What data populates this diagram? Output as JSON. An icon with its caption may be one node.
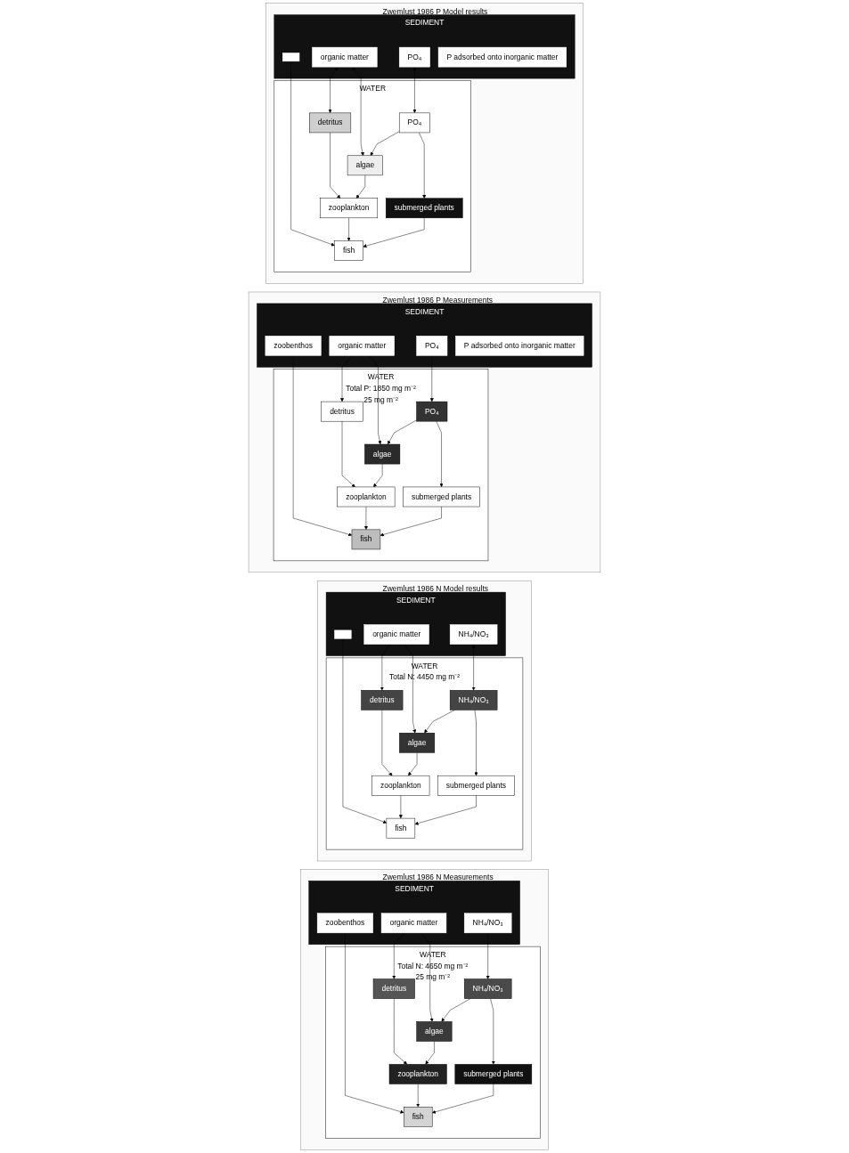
{
  "diagram": {
    "nodes": [
      {
        "text": [
          "Zwemlust 1986 N Measurements"
        ]
      },
      {
        "text": [
          "WATER",
          "Total N: 4650 mg m⁻²",
          "25 mg m⁻²"
        ],
        "in": 0
      },
      {
        "text": [
          "fish"
        ],
        "in": 1
      },
      {
        "text": [
          "zooplankton"
        ],
        "in": 1
      },
      {
        "text": [
          "detritus"
        ],
        "in": 1
      },
      {
        "text": [
          "algae"
        ],
        "in": 1
      },
      {
        "text": [
          "NH₄/NO₃"
        ],
        "in": 1
      },
      {
        "text": [
          "submerged plants"
        ],
        "in": 1
      },
      {
        "text": [
          "SEDIMENT"
        ],
        "in": 0
      },
      {
        "text": [
          "zoobenthos"
        ],
        "in": 8
      },
      {
        "text": [
          "organic matter"
        ],
        "in": 8
      },
      {
        "text": [
          "NH₄/NO₃"
        ],
        "in": 8
      },
      {
        "text": [
          "Zwemlust 1986 N Model results"
        ]
      },
      {
        "text": [
          "WATER",
          "Total N: 4450 mg m⁻²"
        ],
        "in": 12
      },
      {
        "text": [
          "fish"
        ],
        "in": 13
      },
      {
        "text": [
          "zooplankton"
        ],
        "in": 13
      },
      {
        "text": [
          "detritus"
        ],
        "in": 13
      },
      {
        "text": [
          "algae"
        ],
        "in": 13
      },
      {
        "text": [
          "NH₄/NO₃"
        ],
        "in": 13
      },
      {
        "text": [
          "submerged plants"
        ],
        "in": 13
      },
      {
        "text": [
          "SEDIMENT"
        ],
        "in": 12
      },
      {
        "text": [],
        "shape": "box",
        "in": 20
      },
      {
        "text": [
          "NH₄/NO₃"
        ],
        "in": 20
      },
      {
        "text": [
          "organic matter"
        ],
        "in": 20
      },
      {
        "text": [
          "Zwemlust 1986 P Measurements"
        ]
      },
      {
        "text": [
          "WATER",
          "Total P: 1850 mg m⁻²",
          "25 mg m⁻²"
        ],
        "in": 24
      },
      {
        "text": [
          "fish"
        ],
        "in": 25
      },
      {
        "text": [
          "zooplankton"
        ],
        "in": 25
      },
      {
        "text": [
          "detritus"
        ],
        "in": 25
      },
      {
        "text": [
          "algae"
        ],
        "in": 25
      },
      {
        "text": [
          "PO₄"
        ],
        "in": 25
      },
      {
        "text": [
          "submerged plants"
        ],
        "in": 25
      },
      {
        "text": [
          "SEDIMENT"
        ],
        "in": 24
      },
      {
        "text": [
          "zoobenthos"
        ],
        "in": 32
      },
      {
        "text": [
          "organic matter"
        ],
        "in": 32
      },
      {
        "text": [
          "PO₄"
        ],
        "in": 32
      },
      {
        "text": [
          "P adsorbed onto inorganic matter"
        ],
        "in": 32
      },
      {
        "text": [
          "Zwemlust 1986 P Model results"
        ]
      },
      {
        "text": [
          "WATER"
        ],
        "in": 37
      },
      {
        "text": [
          "fish"
        ],
        "in": 38
      },
      {
        "text": [
          "zooplankton"
        ],
        "in": 38
      },
      {
        "text": [
          "detritus"
        ],
        "in": 38
      },
      {
        "text": [
          "algae"
        ],
        "in": 38
      },
      {
        "text": [
          "PO₄"
        ],
        "in": 38
      },
      {
        "text": [
          "submerged plants"
        ],
        "in": 38
      },
      {
        "text": [
          "SEDIMENT"
        ],
        "in": 37
      },
      {
        "text": [],
        "shape": "box",
        "in": 45
      },
      {
        "text": [
          "organic matter"
        ],
        "in": 45
      },
      {
        "text": [
          "PO₄"
        ],
        "in": 45
      },
      {
        "text": [
          "P adsorbed onto inorganic matter"
        ],
        "in": 45
      }
    ],
    "edges": [
      {
        "from": 9,
        "to": 2,
        "arrow": "to"
      },
      {
        "from": 7,
        "to": 2,
        "arrow": "to"
      },
      {
        "from": 5,
        "to": 3,
        "arrow": "to"
      },
      {
        "from": 3,
        "to": 2,
        "arrow": "to"
      },
      {
        "from": 4,
        "to": 3,
        "arrow": "to"
      },
      {
        "from": 10,
        "to": 4,
        "arrow": "to"
      },
      {
        "from": 10,
        "to": 5,
        "arrow": "to"
      },
      {
        "from": 11,
        "to": 6,
        "arrow": "to"
      },
      {
        "from": 6,
        "to": 5,
        "arrow": "to"
      },
      {
        "from": 6,
        "to": 7,
        "arrow": "to"
      },
      {
        "from": 21,
        "to": 14,
        "arrow": "to"
      },
      {
        "from": 19,
        "to": 14,
        "arrow": "to"
      },
      {
        "from": 17,
        "to": 15,
        "arrow": "to"
      },
      {
        "from": 15,
        "to": 14,
        "arrow": "to"
      },
      {
        "from": 16,
        "to": 15,
        "arrow": "to"
      },
      {
        "from": 23,
        "to": 16,
        "arrow": "to"
      },
      {
        "from": 23,
        "to": 17,
        "arrow": "to"
      },
      {
        "from": 22,
        "to": 18,
        "arrow": "both"
      },
      {
        "from": 18,
        "to": 17,
        "arrow": "to"
      },
      {
        "from": 18,
        "to": 19,
        "arrow": "to"
      },
      {
        "from": 33,
        "to": 26,
        "arrow": "to"
      },
      {
        "from": 31,
        "to": 26,
        "arrow": "to"
      },
      {
        "from": 29,
        "to": 27,
        "arrow": "to"
      },
      {
        "from": 27,
        "to": 26,
        "arrow": "to"
      },
      {
        "from": 28,
        "to": 27,
        "arrow": "to"
      },
      {
        "from": 34,
        "to": 28,
        "arrow": "to"
      },
      {
        "from": 34,
        "to": 29,
        "arrow": "to"
      },
      {
        "from": 35,
        "to": 30,
        "arrow": "to"
      },
      {
        "from": 30,
        "to": 29,
        "arrow": "to"
      },
      {
        "from": 30,
        "to": 31,
        "arrow": "to"
      },
      {
        "from": 46,
        "to": 39,
        "arrow": "to"
      },
      {
        "from": 44,
        "to": 39,
        "arrow": "to"
      },
      {
        "from": 42,
        "to": 40,
        "arrow": "to"
      },
      {
        "from": 40,
        "to": 39,
        "arrow": "to"
      },
      {
        "from": 41,
        "to": 40,
        "arrow": "to"
      },
      {
        "from": 47,
        "to": 41,
        "arrow": "both"
      },
      {
        "from": 47,
        "to": 42,
        "arrow": "both"
      },
      {
        "from": 48,
        "to": 43,
        "arrow": "both"
      },
      {
        "from": 43,
        "to": 42,
        "arrow": "to"
      },
      {
        "from": 43,
        "to": 44,
        "arrow": "to"
      }
    ]
  }
}
